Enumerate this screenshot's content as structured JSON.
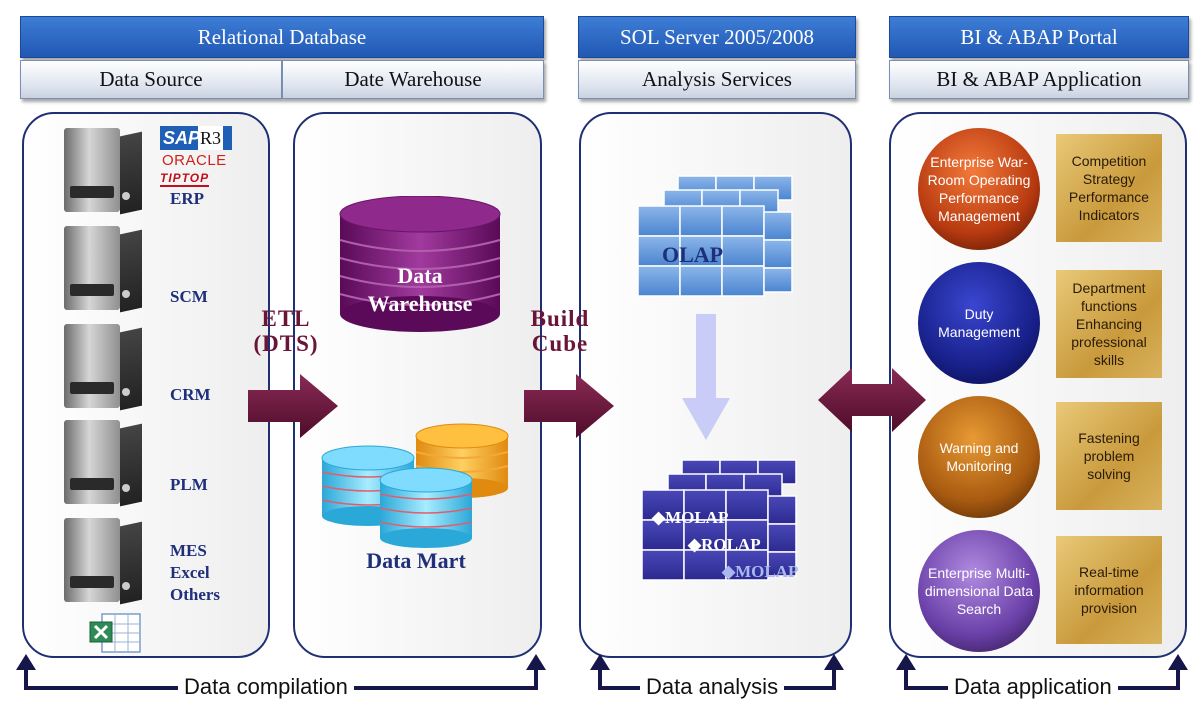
{
  "headers": {
    "relational_db": "Relational Database",
    "data_source": "Data Source",
    "date_warehouse": "Date Warehouse",
    "sql_server": "SOL Server 2005/2008",
    "analysis_services": "Analysis Services",
    "bi_portal": "BI & ABAP Portal",
    "bi_application": "BI & ABAP Application"
  },
  "sources": {
    "sap": "SAP",
    "r3": "R3",
    "oracle": "ORACLE",
    "tiptop": "TIPTOP",
    "erp": "ERP",
    "scm": "SCM",
    "crm": "CRM",
    "plm": "PLM",
    "mes": "MES",
    "excel": "Excel",
    "others": "Others"
  },
  "warehouse": {
    "dw_line1": "Data",
    "dw_line2": "Warehouse",
    "data_mart": "Data Mart"
  },
  "arrows": {
    "etl_line1": "ETL",
    "etl_line2": "(DTS)",
    "build_line1": "Build",
    "build_line2": "Cube"
  },
  "analysis": {
    "olap": "OLAP",
    "molap1": "◆MOLAP",
    "rolap": "◆ROLAP",
    "molap2": "◆MOLAP"
  },
  "applications": [
    {
      "circle": "Enterprise War-Room Operating Performance Management",
      "box": "Competition Strategy Performance Indicators"
    },
    {
      "circle": "Duty Management",
      "box": "Department functions Enhancing professional skills"
    },
    {
      "circle": "Warning and Monitoring",
      "box": "Fastening problem solving"
    },
    {
      "circle": "Enterprise Multi-dimensional Data Search",
      "box": "Real-time information provision"
    }
  ],
  "footers": {
    "compilation": "Data compilation",
    "analysis": "Data analysis",
    "application": "Data application"
  },
  "colors": {
    "header_blue": "#2f6fcf",
    "arrow_maroon": "#6a1438",
    "label_navy": "#1f2f7a",
    "panel_border": "#1f2f73"
  }
}
